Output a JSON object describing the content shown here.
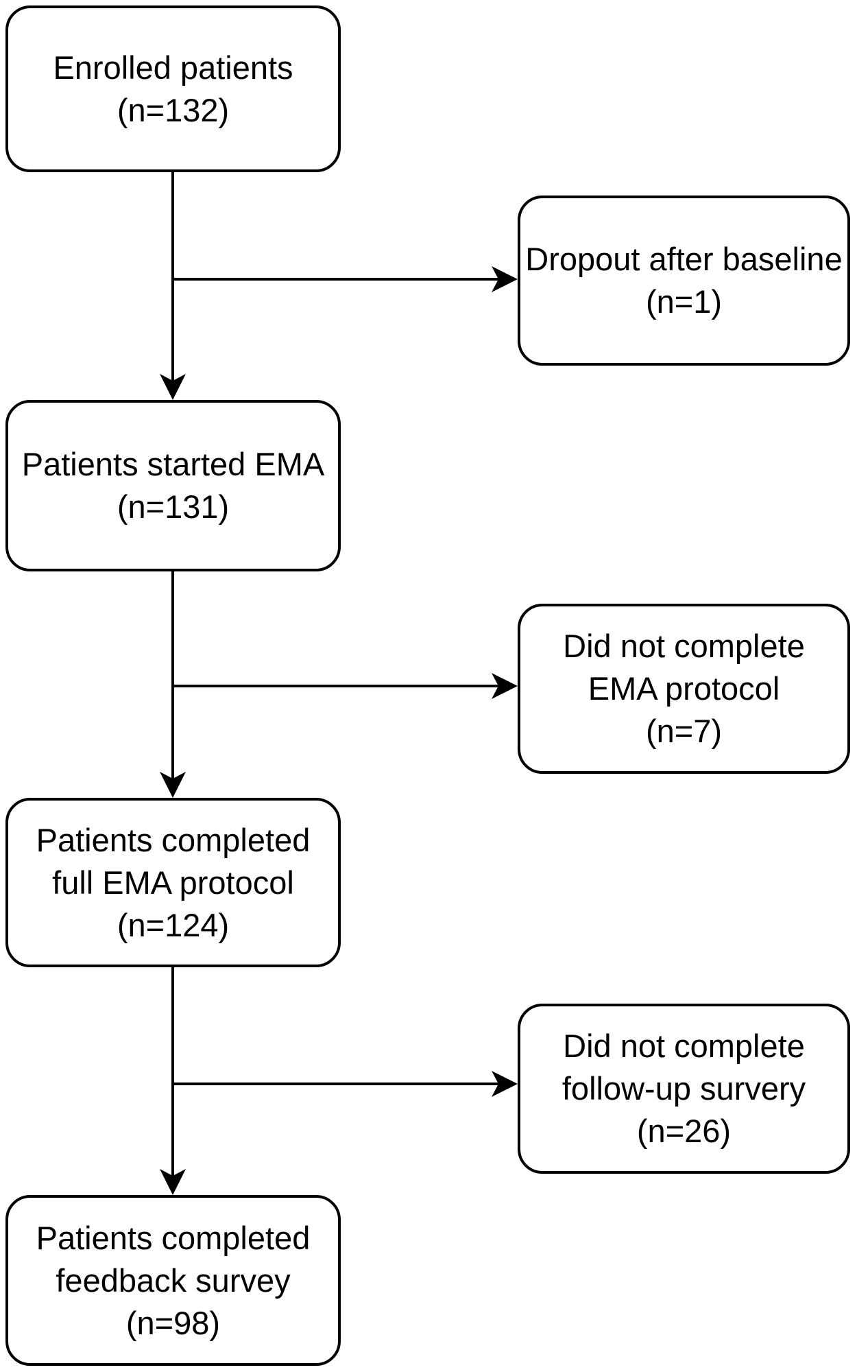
{
  "flowchart": {
    "colors": {
      "background": "#ffffff",
      "stroke": "#000000",
      "box_fill": "#ffffff",
      "text": "#000000"
    },
    "main_path": [
      {
        "id": "enrolled",
        "lines": [
          "Enrolled patients",
          "(n=132)"
        ]
      },
      {
        "id": "started_ema",
        "lines": [
          "Patients started EMA",
          "(n=131)"
        ]
      },
      {
        "id": "completed_ema",
        "lines": [
          "Patients completed",
          "full EMA protocol",
          "(n=124)"
        ]
      },
      {
        "id": "feedback_survey",
        "lines": [
          "Patients completed",
          "feedback survey",
          "(n=98)"
        ]
      }
    ],
    "exclusions": [
      {
        "id": "dropout_after_baseline",
        "lines": [
          "Dropout after baseline",
          "(n=1)"
        ]
      },
      {
        "id": "did_not_complete_ema",
        "lines": [
          "Did not complete",
          "EMA protocol",
          "(n=7)"
        ]
      },
      {
        "id": "did_not_complete_followup",
        "lines": [
          "Did not complete",
          "follow-up survery",
          "(n=26)"
        ]
      }
    ]
  }
}
